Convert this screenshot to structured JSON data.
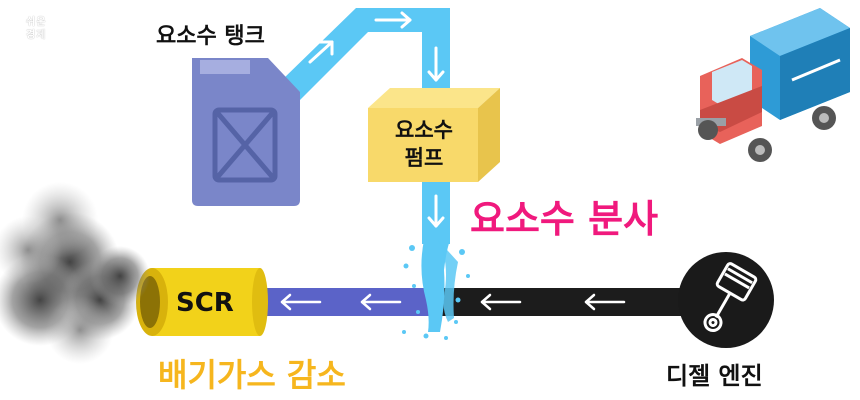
{
  "logo": {
    "line1": "쉬운",
    "line2": "경제"
  },
  "labels": {
    "urea_tank": "요소수 탱크",
    "urea_pump_line1": "요소수",
    "urea_pump_line2": "펌프",
    "urea_injection": "요소수 분사",
    "scr": "SCR",
    "exhaust_reduction": "배기가스 감소",
    "diesel_engine": "디젤 엔진"
  },
  "colors": {
    "urea_pipe": "#5bc8f5",
    "exhaust_pipe_dark": "#1c1c1c",
    "exhaust_pipe_blue": "#5b63c8",
    "tank": "#7a86c9",
    "pump_box": "#f8d96a",
    "injection_text": "#f0197d",
    "reduction_text": "#f6b61e",
    "scr_cylinder": "#f2d21a",
    "engine_circle": "#1a1a1a",
    "truck_cab": "#e8625a",
    "truck_box": "#2e9bd6"
  },
  "icons": [
    "jerrycan-icon",
    "pump-box-icon",
    "truck-icon",
    "engine-piston-icon",
    "scr-cylinder-icon",
    "smoke-icon",
    "arrow-icon",
    "water-splash-icon"
  ]
}
